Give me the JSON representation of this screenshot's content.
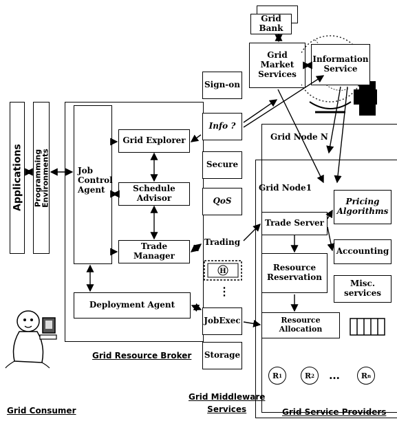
{
  "left": {
    "applications": "Applications",
    "programming_env_line1": "Programming",
    "programming_env_line2": "Environments"
  },
  "broker": {
    "job_control_agent_line1": "Job",
    "job_control_agent_line2": "Control",
    "job_control_agent_line3": "Agent",
    "grid_explorer": "Grid Explorer",
    "schedule_advisor": "Schedule Advisor",
    "trade_manager": "Trade Manager",
    "deployment_agent": "Deployment Agent",
    "label": "Grid Resource Broker"
  },
  "consumer": {
    "label": "Grid Consumer"
  },
  "middleware": {
    "sign_on": "Sign-on",
    "info": "Info ?",
    "secure": "Secure",
    "qos": "QoS",
    "trading": "Trading",
    "ellipsis": "⋮",
    "jobexec": "JobExec",
    "storage": "Storage",
    "label_line1": "Grid Middleware",
    "label_line2": "Services"
  },
  "market": {
    "grid_bank": "Grid Bank",
    "grid_market_line1": "Grid Market",
    "grid_market_line2": "Services",
    "info_service_line1": "Information",
    "info_service_line2": "Service"
  },
  "providers": {
    "grid_node_n": "Grid Node N",
    "grid_node_1": "Grid Node1",
    "trade_server": "Trade Server",
    "pricing_line1": "Pricing",
    "pricing_line2": "Algorithms",
    "accounting": "Accounting",
    "resource_reservation_line1": "Resource",
    "resource_reservation_line2": "Reservation",
    "misc_services": "Misc. services",
    "resource_allocation": "Resource Allocation",
    "r1": "R",
    "r1_sub": "1",
    "r2": "R",
    "r2_sub": "2",
    "dots": "…",
    "rn": "R",
    "rn_sub": "n",
    "label": "Grid Service Providers"
  }
}
